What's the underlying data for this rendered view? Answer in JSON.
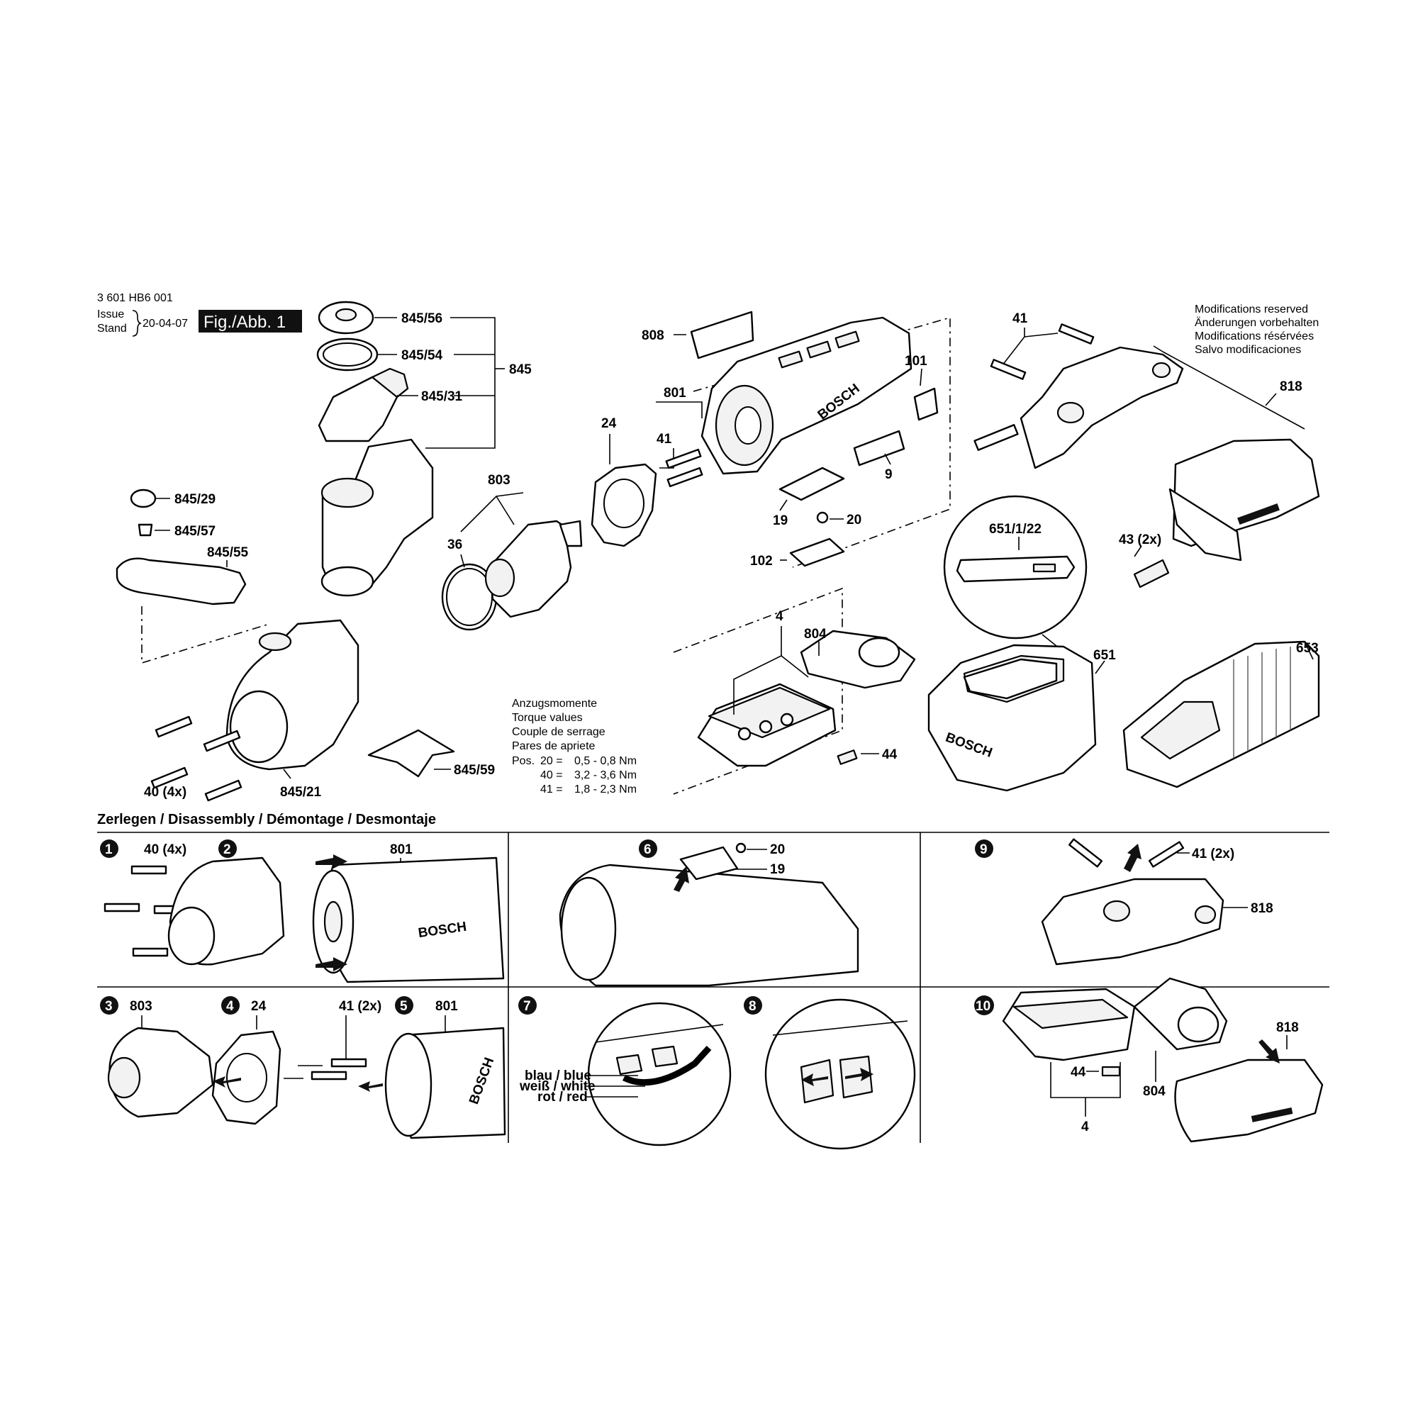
{
  "header": {
    "doc_number": "3 601 HB6 001",
    "issue_label": "Issue",
    "stand_label": "Stand",
    "date": "20-04-07",
    "figure_label": "Fig./Abb. 1"
  },
  "modifications": [
    "Modifications reserved",
    "Änderungen vorbehalten",
    "Modifications résérvées",
    "Salvo modificaciones"
  ],
  "torque": {
    "titles": [
      "Anzugsmomente",
      "Torque values",
      "Couple de serrage",
      "Pares de apriete"
    ],
    "rows": [
      {
        "pos": "Pos.",
        "num": "20 =",
        "val": "0,5 - 0,8 Nm"
      },
      {
        "pos": "",
        "num": "40 =",
        "val": "3,2 - 3,6 Nm"
      },
      {
        "pos": "",
        "num": "41 =",
        "val": "1,8 - 2,3 Nm"
      }
    ]
  },
  "parts": {
    "p845_56": "845/56",
    "p845_54": "845/54",
    "p845": "845",
    "p845_31": "845/31",
    "p845_29": "845/29",
    "p845_57": "845/57",
    "p845_55": "845/55",
    "p40": "40 (4x)",
    "p845_21": "845/21",
    "p845_59": "845/59",
    "p803": "803",
    "p36": "36",
    "p24": "24",
    "p808": "808",
    "p801": "801",
    "p41a": "41",
    "p101": "101",
    "p9": "9",
    "p19": "19",
    "p20": "20",
    "p102": "102",
    "p4": "4",
    "p804": "804",
    "p44": "44",
    "p41b": "41",
    "p818": "818",
    "p43": "43 (2x)",
    "p651_1_22": "651/1/22",
    "p651": "651",
    "p653": "653"
  },
  "disassembly": {
    "title": "Zerlegen / Disassembly / Démontage / Desmontaje",
    "steps": {
      "s1": "1",
      "s2": "2",
      "s3": "3",
      "s4": "4",
      "s5": "5",
      "s6": "6",
      "s7": "7",
      "s8": "8",
      "s9": "9",
      "s10": "10"
    },
    "labels": {
      "l40": "40 (4x)",
      "l801a": "801",
      "l20": "20",
      "l19": "19",
      "l41": "41 (2x)",
      "l818a": "818",
      "l803": "803",
      "l24": "24",
      "l41b": "41 (2x)",
      "l801b": "801",
      "l818b": "818",
      "l44": "44",
      "l804": "804",
      "l4": "4"
    },
    "wires": [
      "blau / blue",
      "weiß / white",
      "rot / red"
    ]
  },
  "brand": "BOSCH"
}
